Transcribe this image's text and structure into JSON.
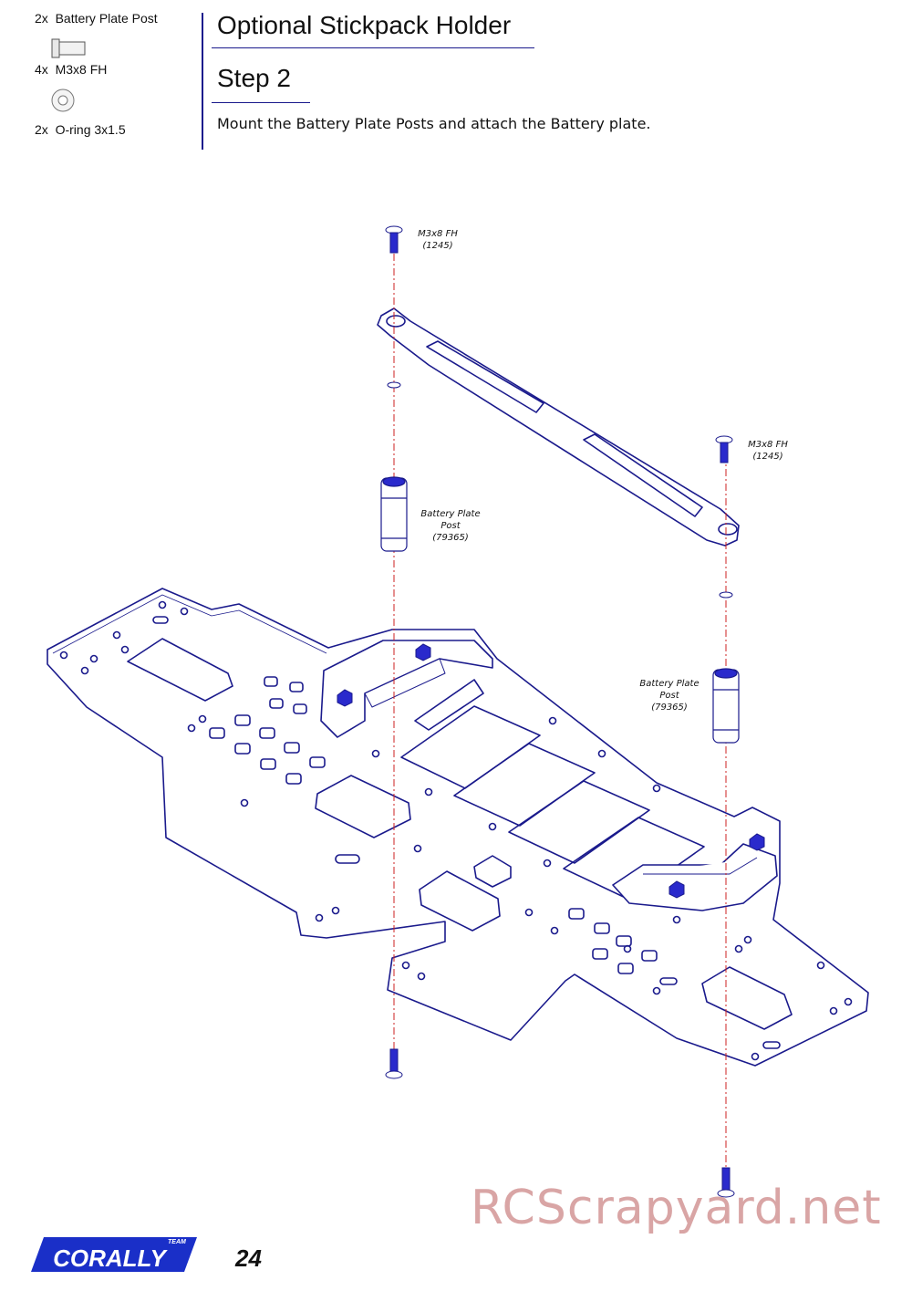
{
  "parts": [
    {
      "qty": "2x",
      "name": "Battery Plate Post"
    },
    {
      "qty": "4x",
      "name": "M3x8 FH"
    },
    {
      "qty": "2x",
      "name": "O-ring 3x1.5"
    }
  ],
  "header": {
    "title": "Optional Stickpack Holder",
    "step": "Step 2",
    "instruction": "Mount the Battery Plate Posts and attach the Battery plate."
  },
  "callouts": {
    "screw_top_left": {
      "line1": "M3x8 FH",
      "line2": "(1245)"
    },
    "screw_top_right": {
      "line1": "M3x8 FH",
      "line2": "(1245)"
    },
    "post_left": {
      "line1": "Battery Plate",
      "line2": "Post",
      "line3": "(79365)"
    },
    "post_right": {
      "line1": "Battery Plate",
      "line2": "Post",
      "line3": "(79365)"
    }
  },
  "footer": {
    "logo_text": "CORALLY",
    "logo_team": "TEAM",
    "page_number": "24",
    "watermark": "RCScrapyard.net"
  },
  "colors": {
    "line": "#1a1a8c",
    "axis": "#cc2222",
    "part_fill": "#2a2acc",
    "watermark": "#d9a5a5"
  }
}
